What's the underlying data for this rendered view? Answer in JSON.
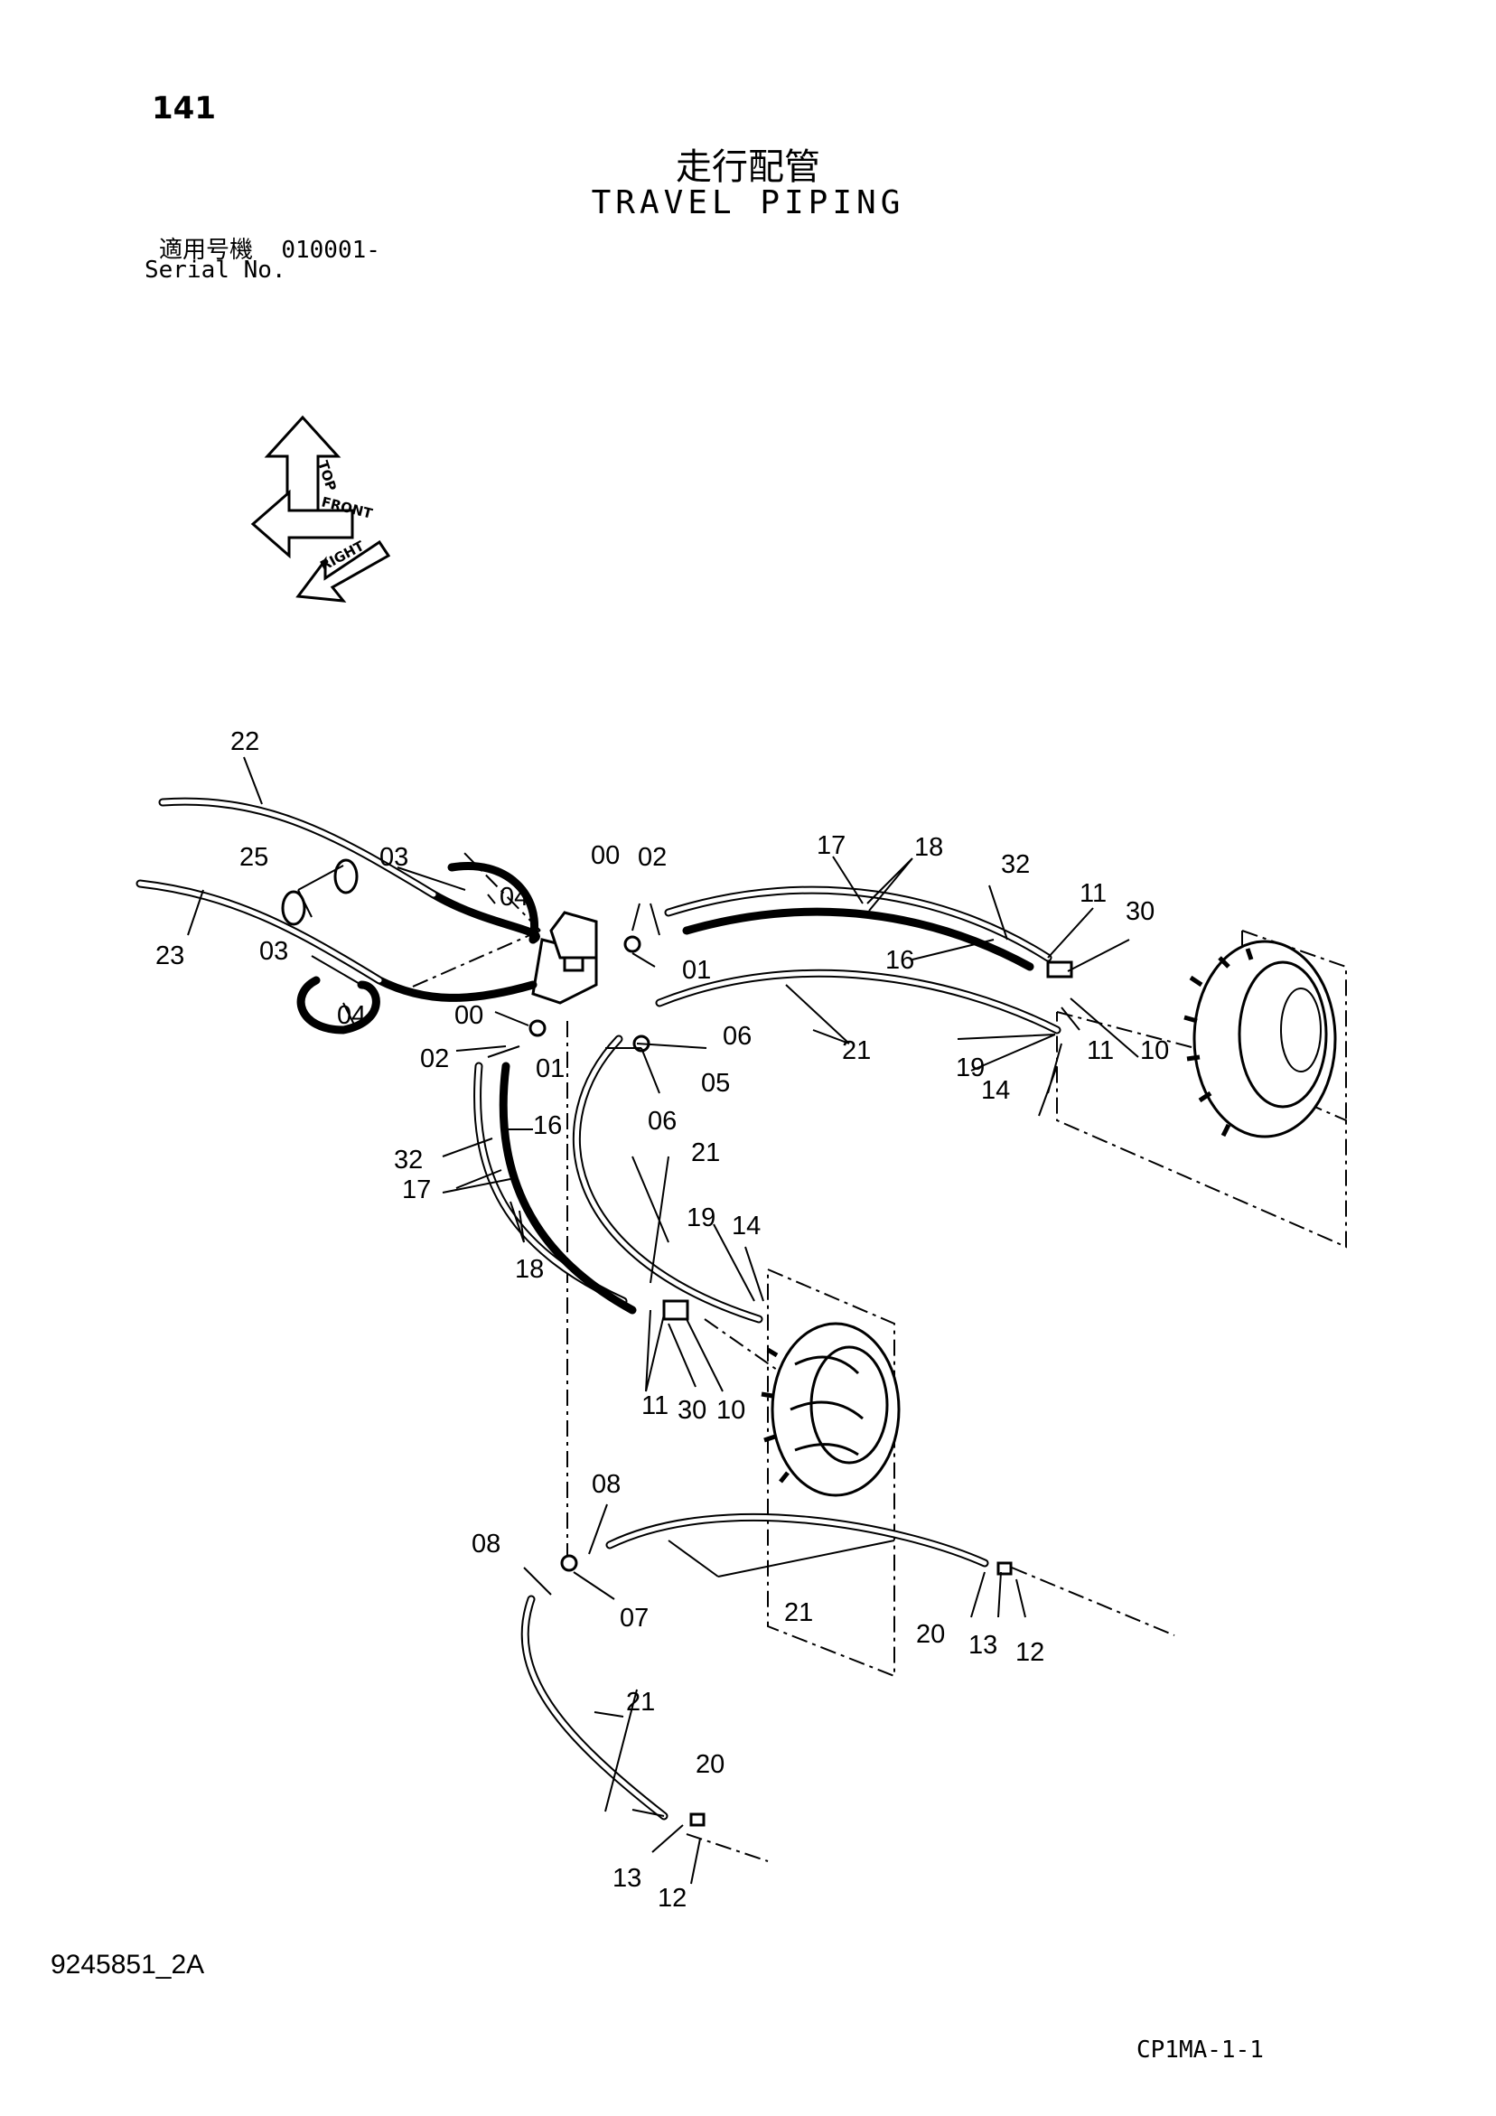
{
  "page_number": "141",
  "title_japanese": "走行配管",
  "title_english": "TRAVEL PIPING",
  "serial": {
    "label_japanese": "適用号機",
    "value": "010001-",
    "label_english": "Serial No."
  },
  "orientation": {
    "top": "TOP",
    "front": "FRONT",
    "right": "RIGHT"
  },
  "callouts": {
    "c22": "22",
    "c25": "25",
    "c03a": "03",
    "c04a": "04",
    "c23": "23",
    "c03b": "03",
    "c04b": "04",
    "c00a": "00",
    "c02a": "02",
    "c01a": "01",
    "c17a": "17",
    "c18a": "18",
    "c32a": "32",
    "c11a": "11",
    "c30a": "30",
    "c16a": "16",
    "c00b": "00",
    "c06a": "06",
    "c02b": "02",
    "c01b": "01",
    "c05": "05",
    "c21a": "21",
    "c19a": "19",
    "c14a": "14",
    "c11b": "11",
    "c10a": "10",
    "c06b": "06",
    "c16b": "16",
    "c32b": "32",
    "c17b": "17",
    "c21b": "21",
    "c18b": "18",
    "c19b": "19",
    "c14b": "14",
    "c11c": "11",
    "c30b": "30",
    "c10b": "10",
    "c08a": "08",
    "c08b": "08",
    "c07": "07",
    "c21c": "21",
    "c20a": "20",
    "c13a": "13",
    "c12a": "12",
    "c21d": "21",
    "c20b": "20",
    "c13b": "13",
    "c12b": "12"
  },
  "doc_code": "9245851_2A",
  "sheet_code": "CP1MA-1-1"
}
